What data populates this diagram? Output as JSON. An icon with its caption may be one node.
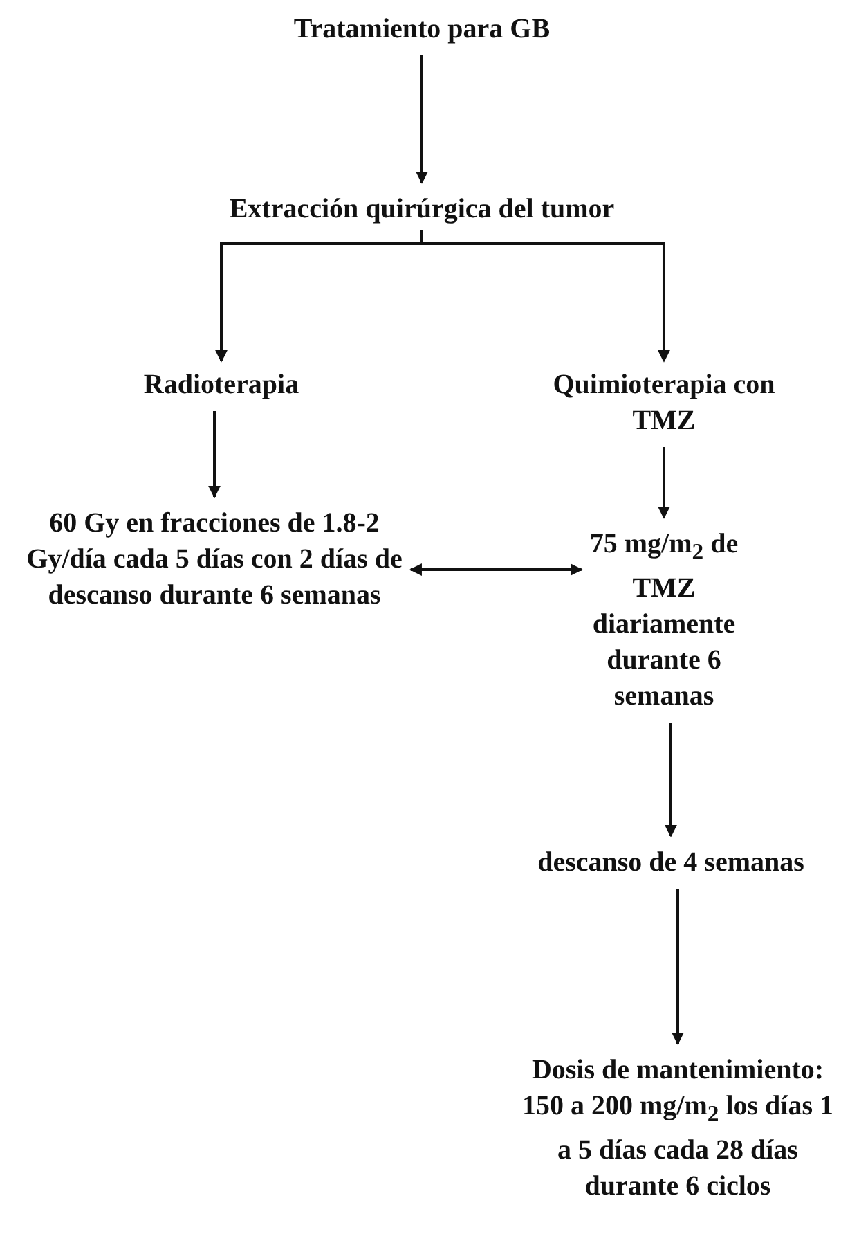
{
  "diagram": {
    "nodes": [
      {
        "text": [
          "Tratamiento para GB"
        ]
      },
      {
        "text": [
          "Extracción quirúrgica del tumor"
        ]
      },
      {
        "text": [
          "Radioterapia"
        ]
      },
      {
        "text": [
          "Quimioterapia con TMZ"
        ]
      },
      {
        "text": [
          "60 Gy en fracciones de 1.8-2 Gy/día cada 5 días con 2 días de descanso durante 6 semanas"
        ]
      },
      {
        "text": [
          "75 mg/m$_{2}$ de TMZ diariamente durante 6 semanas"
        ]
      },
      {
        "text": [
          "descanso de 4 semanas"
        ]
      },
      {
        "text": [
          "Dosis de mantenimiento: 150 a 200 mg/m$_{2}$ los días 1 a 5 días cada 28 días durante 6 ciclos"
        ]
      }
    ],
    "edges": [
      {
        "from": 0,
        "to": 1,
        "arrow": "to"
      },
      {
        "from": 1,
        "to": 2,
        "arrow": "to"
      },
      {
        "from": 1,
        "to": 3,
        "arrow": "to"
      },
      {
        "from": 2,
        "to": 4,
        "arrow": "to"
      },
      {
        "from": 3,
        "to": 5,
        "arrow": "to"
      },
      {
        "from": 4,
        "to": 5,
        "arrow": "both"
      },
      {
        "from": 5,
        "to": 6,
        "arrow": "to"
      },
      {
        "from": 6,
        "to": 7,
        "arrow": "to"
      }
    ]
  }
}
